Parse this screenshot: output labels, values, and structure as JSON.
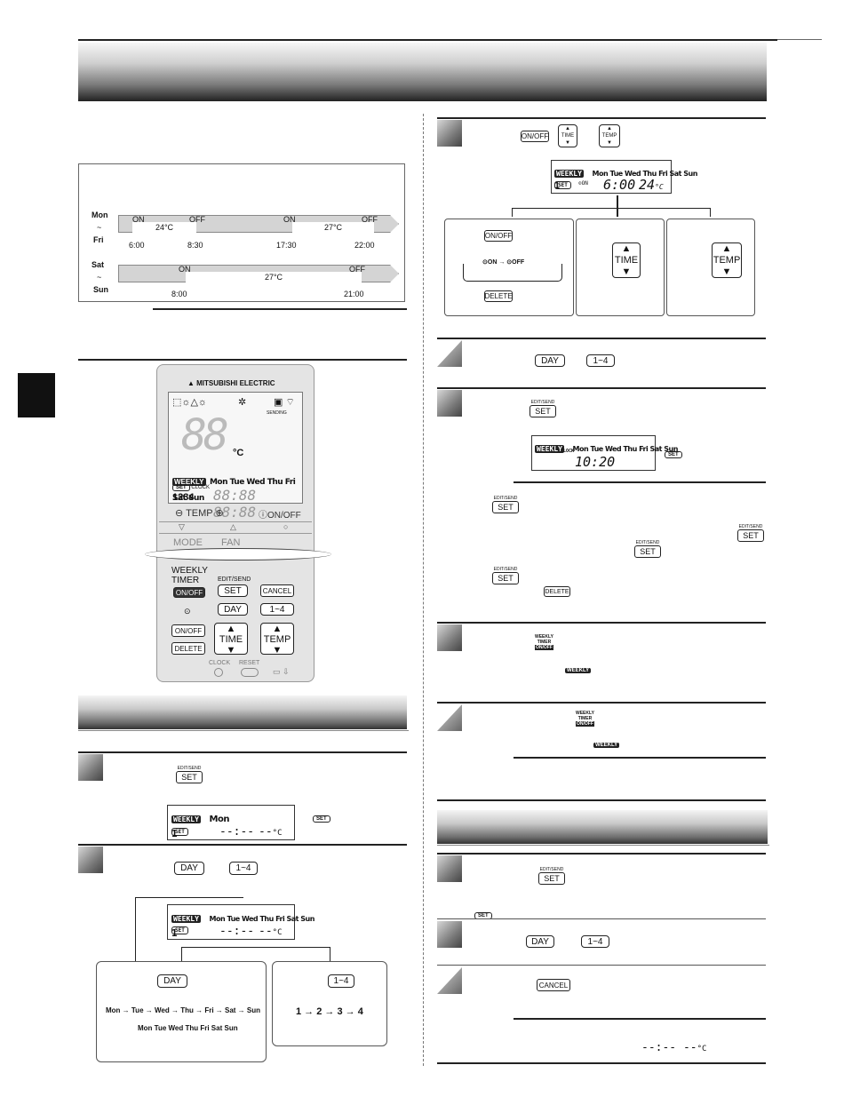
{
  "schedule": {
    "weekday_label_1": "Mon",
    "weekday_label_2": "~",
    "weekday_label_3": "Fri",
    "weekend_label_1": "Sat",
    "weekend_label_2": "~",
    "weekend_label_3": "Sun",
    "on": "ON",
    "off": "OFF",
    "wd_temp1": "24°C",
    "wd_temp2": "27°C",
    "we_temp": "27°C",
    "wd_times": [
      "6:00",
      "8:30",
      "17:30",
      "22:00"
    ],
    "we_times": [
      "8:00",
      "21:00"
    ]
  },
  "remote": {
    "brand": "MITSUBISHI ELECTRIC",
    "sending": "SENDING",
    "celsius": "°C",
    "weekly": "WEEKLY",
    "days": "Mon Tue Wed Thu Fri Sat Sun",
    "set": "SET",
    "clock": "CLOCK",
    "on": "ON",
    "off": "OFF",
    "nums": "1234",
    "digits": "88:88",
    "temp_label": "TEMP",
    "onoff_label": "ON/OFF",
    "mode": "MODE",
    "fan": "FAN",
    "weekly_timer": "WEEKLY TIMER",
    "edit_send": "EDIT/SEND",
    "cancel": "CANCEL",
    "day": "DAY",
    "range": "1~4",
    "time": "TIME",
    "temp": "TEMP",
    "delete": "DELETE",
    "clock_btn": "CLOCK",
    "reset": "RESET"
  },
  "buttons": {
    "onoff": "ON/OFF",
    "time": "TIME",
    "temp": "TEMP",
    "day": "DAY",
    "range": "1~4",
    "set": "SET",
    "edit_send": "EDIT/SEND",
    "delete": "DELETE",
    "cancel": "CANCEL",
    "weekly": "WEEKLY",
    "timer": "TIMER"
  },
  "lcd": {
    "weekly": "WEEKLY",
    "days": "Mon Tue Wed Thu Fri Sat Sun",
    "mon": "Mon",
    "set": "SET",
    "one": "1",
    "on": "ON",
    "time_on": "6:00",
    "temp_24": "24",
    "celsius": "°C",
    "clock": "CLOCK",
    "clock_time": "10:20",
    "blank_time": "--:--",
    "blank_temp": "--"
  },
  "cycles": {
    "on_off": [
      "ON",
      "OFF"
    ],
    "day_seq": [
      "Mon",
      "Tue",
      "Wed",
      "Thu",
      "Fri",
      "Sat",
      "Sun"
    ],
    "day_all": "Mon Tue Wed Thu Fri Sat Sun",
    "num_seq": [
      "1",
      "2",
      "3",
      "4"
    ]
  }
}
